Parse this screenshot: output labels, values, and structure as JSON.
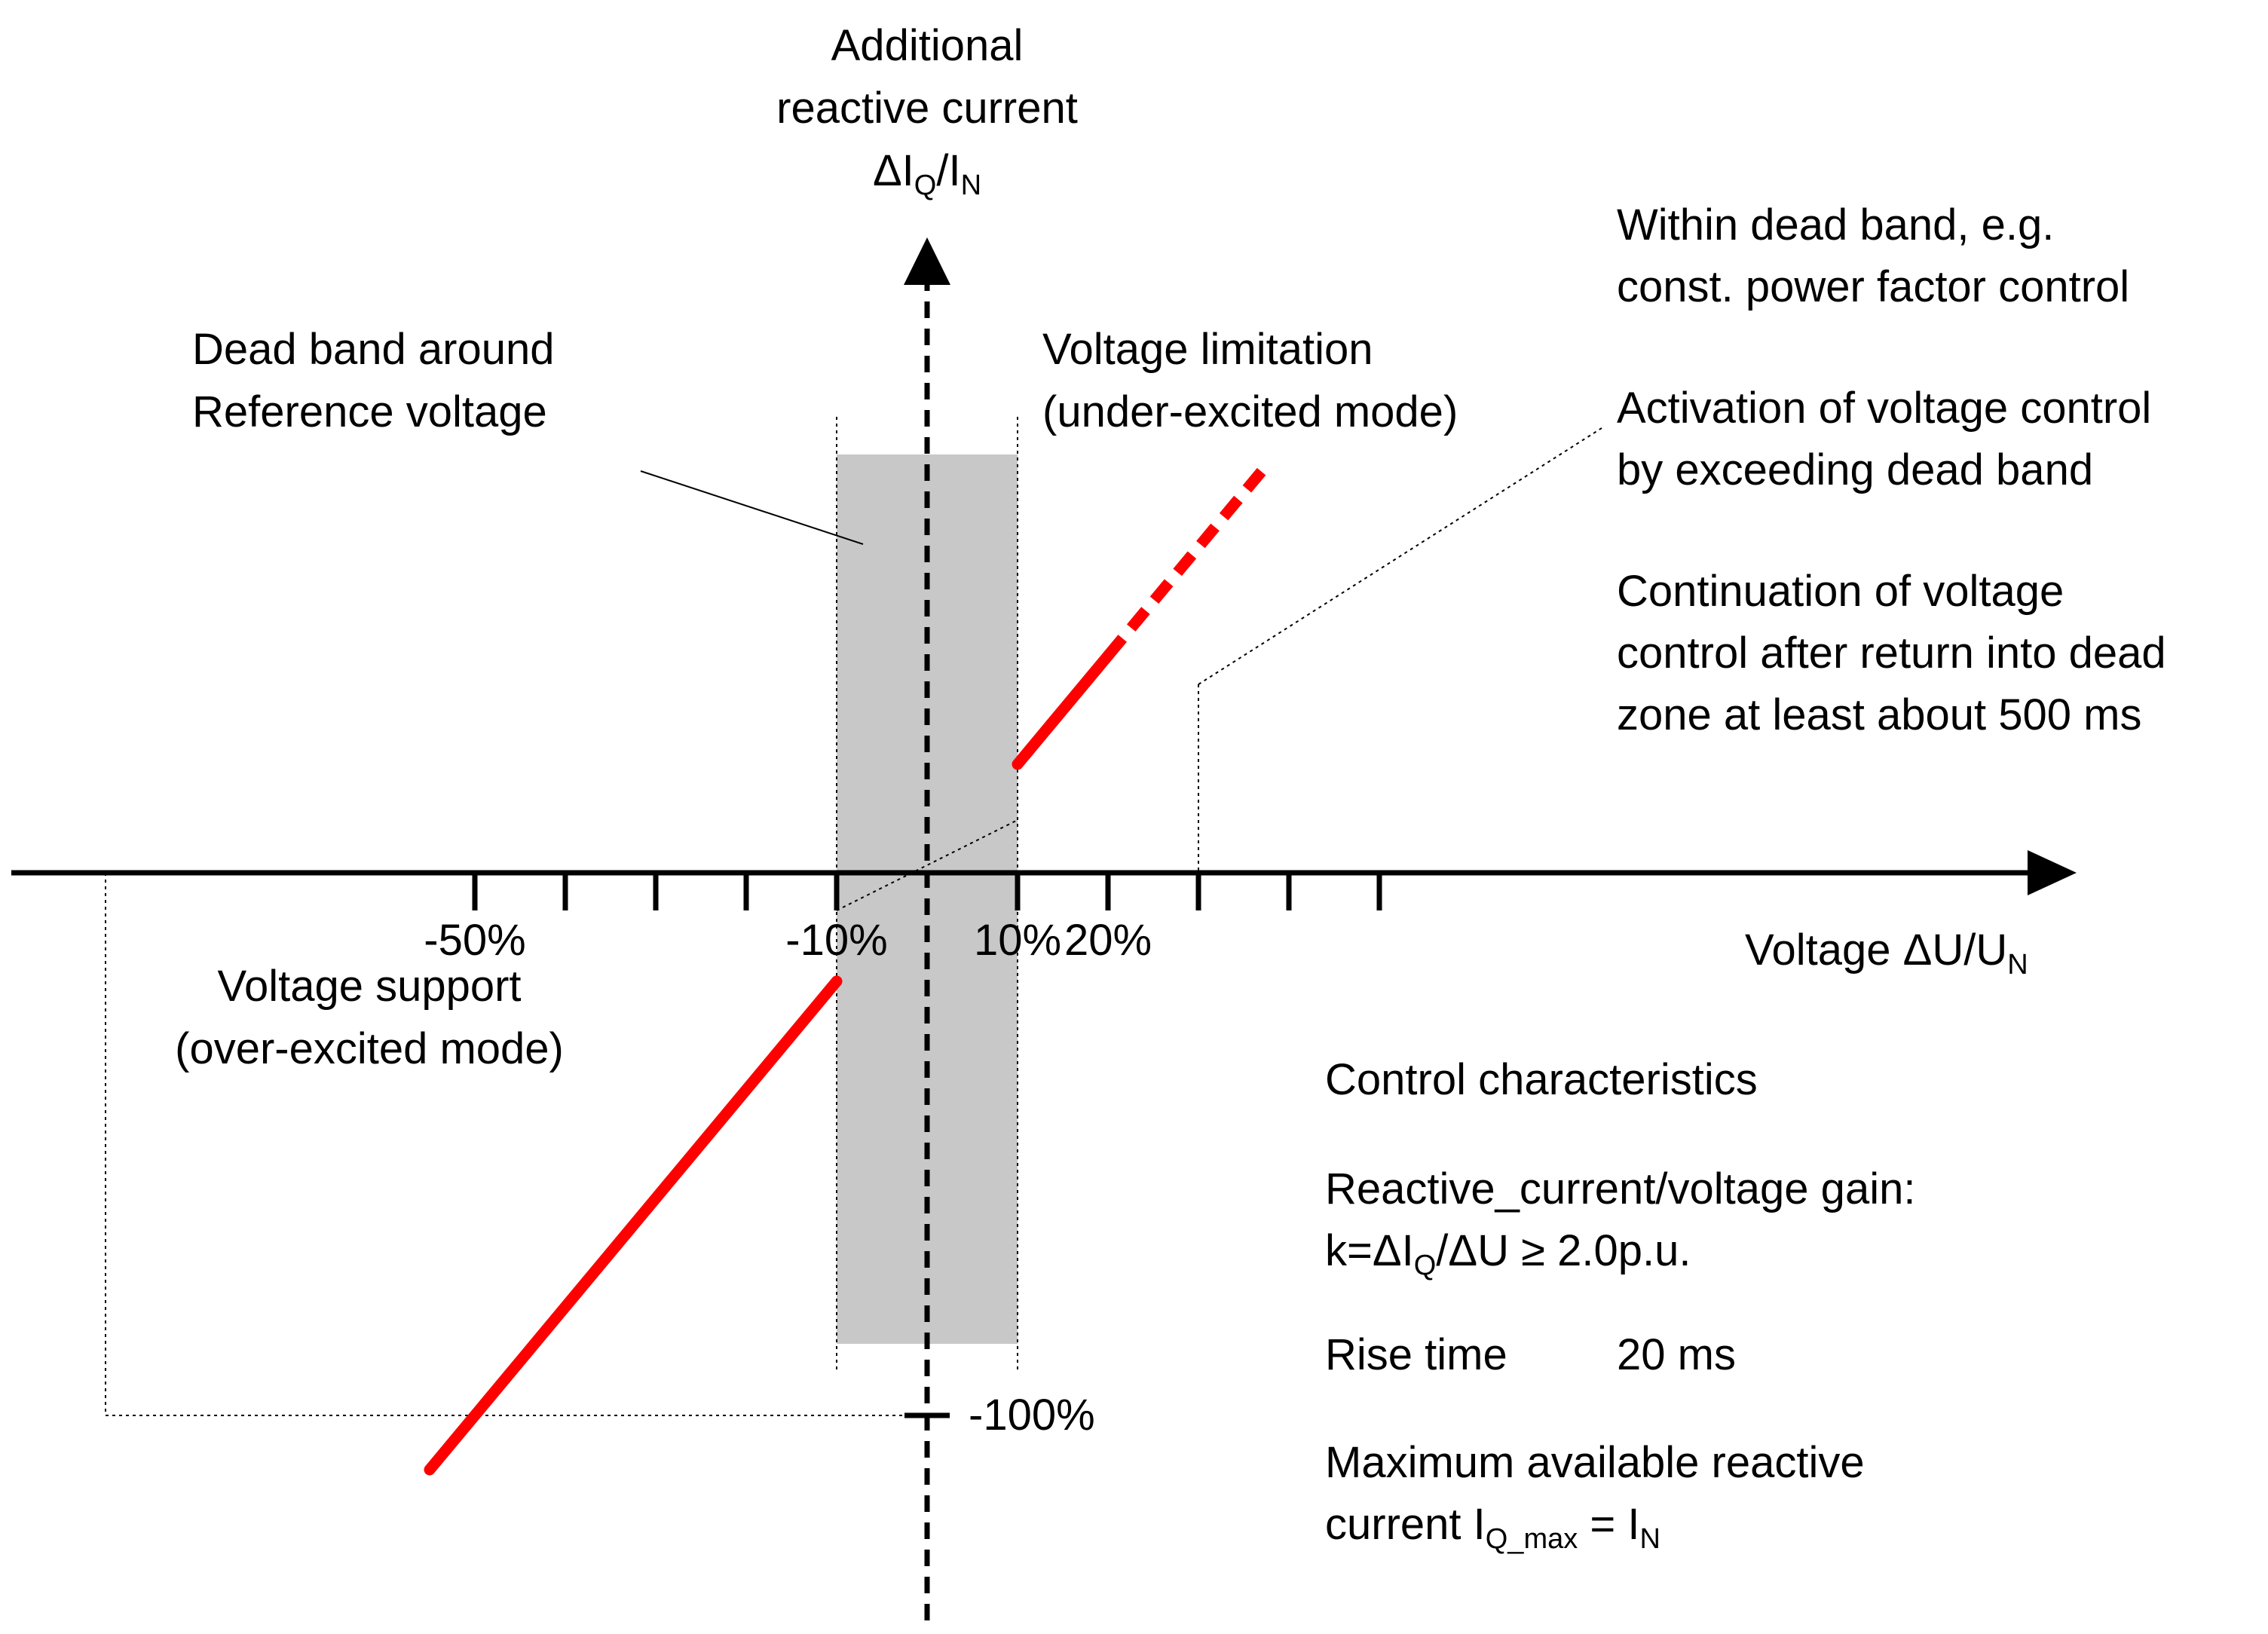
{
  "y_axis": {
    "title_lines": [
      "Additional",
      "reactive current"
    ],
    "symbol": {
      "main": "ΔI",
      "sub1": "Q",
      "mid": "/I",
      "sub2": "N"
    }
  },
  "x_axis": {
    "title": {
      "main": "Voltage ΔU/U",
      "sub": "N"
    },
    "tick_labels": [
      {
        "value": -50,
        "text": "-50%"
      },
      {
        "value": -10,
        "text": "-10%"
      },
      {
        "value": 10,
        "text": "10%"
      },
      {
        "value": 20,
        "text": "20%"
      }
    ],
    "ticks": [
      -50,
      -40,
      -30,
      -20,
      -10,
      10,
      20,
      30,
      40,
      50
    ]
  },
  "y_tick": {
    "value": -100,
    "text": "-100%"
  },
  "dead_band": {
    "from": -10,
    "to": 10,
    "label_lines": [
      "Dead band around",
      "Reference voltage"
    ]
  },
  "region_labels": {
    "under_excited": [
      "Voltage limitation",
      "(under-excited mode)"
    ],
    "over_excited": [
      "Voltage support",
      "(over-excited mode)"
    ]
  },
  "characteristic": {
    "color": "#ff0000",
    "gain": 2.0,
    "solid_lower": {
      "x": [
        -55,
        -10
      ],
      "y": [
        -110,
        -20
      ]
    },
    "solid_upper": {
      "x": [
        10,
        20
      ],
      "y": [
        20,
        40
      ]
    },
    "dashed_upper": {
      "x": [
        20,
        37
      ],
      "y": [
        40,
        74
      ]
    }
  },
  "notes_right": [
    [
      "Within dead band, e.g.",
      "const. power factor control"
    ],
    [
      "Activation of voltage control",
      "by exceeding dead band"
    ],
    [
      "Continuation of voltage",
      "control after return into dead",
      "zone at least about 500 ms"
    ]
  ],
  "control": {
    "heading": "Control characteristics",
    "gain_line": "Reactive_current/voltage gain:",
    "gain_formula": {
      "a": "k=ΔI",
      "sub": "Q",
      "b": "/ΔU ≥ 2.0p.u."
    },
    "rise_time": {
      "label": "Rise time",
      "glyph": "",
      "value": "20 ms"
    },
    "max_line": "Maximum available reactive",
    "max_formula": {
      "a": "current I",
      "sub": "Q_max",
      "b": " = I",
      "sub2": "N"
    }
  }
}
